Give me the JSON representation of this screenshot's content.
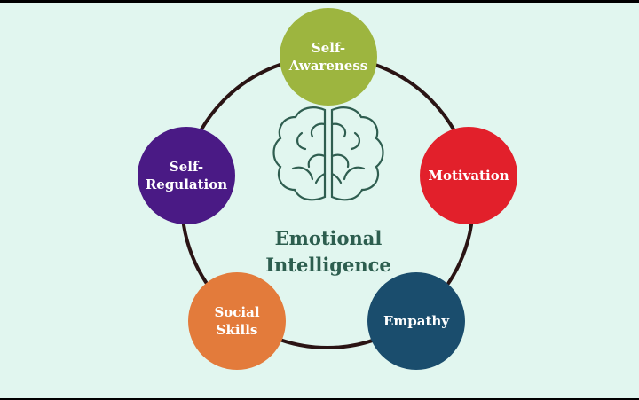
{
  "title": "Emotional\nIntelligence",
  "nodes": [
    {
      "label": "Self-\nAwareness",
      "color": "#9db53f"
    },
    {
      "label": "Motivation",
      "color": "#e2202b"
    },
    {
      "label": "Empathy",
      "color": "#1a4d6d"
    },
    {
      "label": "Social\nSkills",
      "color": "#e37b3b"
    },
    {
      "label": "Self-\nRegulation",
      "color": "#4a1a85"
    }
  ],
  "icons": {
    "center": "brain-icon"
  }
}
